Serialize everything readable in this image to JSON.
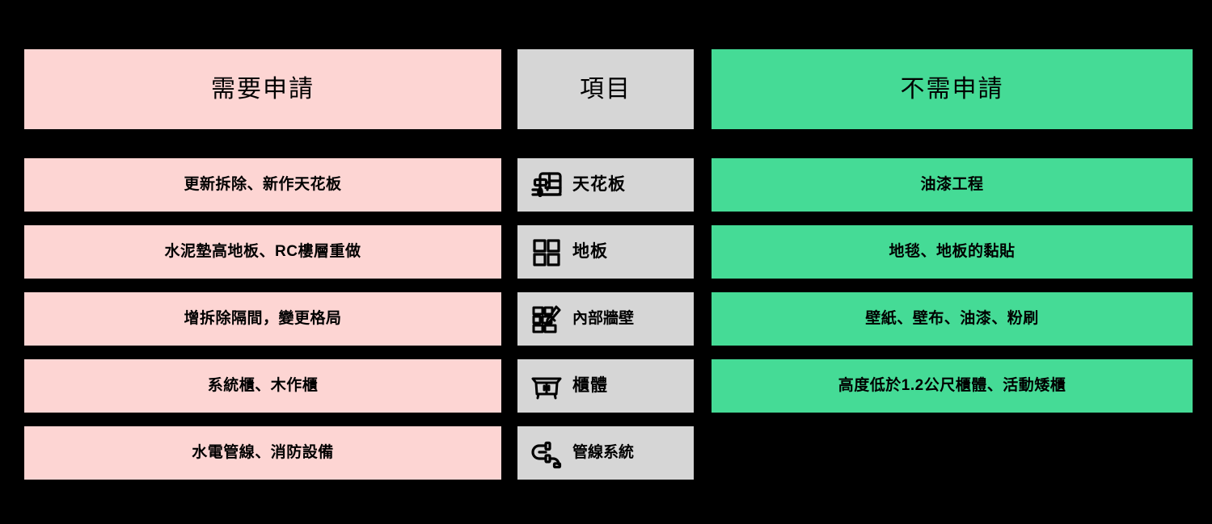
{
  "colors": {
    "background": "#000000",
    "need_permit_fill": "#FDD5D3",
    "no_permit_fill": "#45DB96",
    "item_fill": "#D6D6D6",
    "text": "#000000"
  },
  "header": {
    "left": "需要申請",
    "middle": "項目",
    "right": "不需申請"
  },
  "rows": [
    {
      "icon": "ceiling-panel-roller-icon",
      "item": "天花板",
      "need_permit": "更新拆除、新作天花板",
      "no_permit": "油漆工程"
    },
    {
      "icon": "floor-tiles-icon",
      "item": "地板",
      "need_permit": "水泥墊高地板、RC樓層重做",
      "no_permit": "地毯、地板的黏貼"
    },
    {
      "icon": "brick-wall-trowel-icon",
      "item": "內部牆壁",
      "need_permit": "增拆除隔間，變更格局",
      "no_permit": "壁紙、壁布、油漆、粉刷"
    },
    {
      "icon": "cabinet-icon",
      "item": "櫃體",
      "need_permit": "系統櫃、木作櫃",
      "no_permit": "高度低於1.2公尺櫃體、活動矮櫃"
    },
    {
      "icon": "pipe-system-icon",
      "item": "管線系統",
      "need_permit": "水電管線、消防設備",
      "no_permit": ""
    }
  ]
}
